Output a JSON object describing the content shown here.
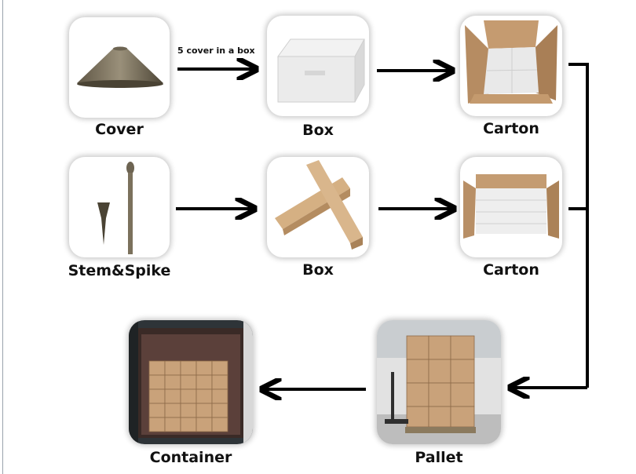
{
  "nodes": {
    "cover": {
      "label": "Cover",
      "icon": "cone-lamp-cover"
    },
    "box1": {
      "label": "Box",
      "icon": "white-box"
    },
    "carton1": {
      "label": "Carton",
      "icon": "open-carton-white-boxes"
    },
    "stem": {
      "label": "Stem&Spike",
      "icon": "stem-and-spike"
    },
    "box2": {
      "label": "Box",
      "icon": "long-kraft-boxes"
    },
    "carton2": {
      "label": "Carton",
      "icon": "open-long-carton"
    },
    "pallet": {
      "label": "Pallet",
      "icon": "pallet-of-cartons"
    },
    "container": {
      "label": "Container",
      "icon": "loaded-shipping-container"
    }
  },
  "edges": {
    "cover_to_box": {
      "note": "5 cover in a box"
    }
  },
  "colors": {
    "arrow": "#000000",
    "kraft": "#c9a27a",
    "tile_shadow": "#b0b0b0"
  }
}
